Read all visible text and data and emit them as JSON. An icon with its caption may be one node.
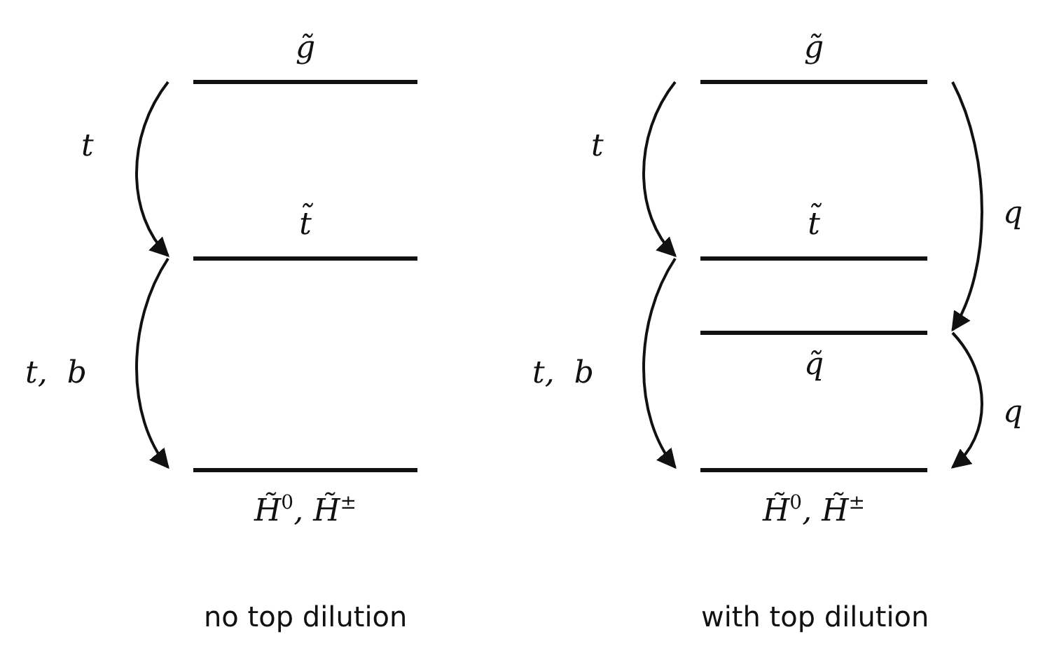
{
  "diagram": {
    "nodes": [
      {
        "text": [
          "g̃"
        ]
      },
      {
        "text": [
          "t̃"
        ]
      },
      {
        "text": [
          "H̃$^{0}$,  H̃$^{±}$"
        ]
      },
      {
        "text": [
          "g̃"
        ]
      },
      {
        "text": [
          "t̃"
        ]
      },
      {
        "text": [
          "q̃"
        ]
      },
      {
        "text": [
          "H̃$^{0}$,  H̃$^{±}$"
        ]
      }
    ],
    "edges": [
      {
        "from": 0,
        "to": 1,
        "arrow": "to",
        "label": "t"
      },
      {
        "from": 1,
        "to": 2,
        "arrow": "to",
        "label": "t,  b"
      },
      {
        "from": 3,
        "to": 4,
        "arrow": "to",
        "label": "t"
      },
      {
        "from": 4,
        "to": 6,
        "arrow": "to",
        "label": "t,  b"
      },
      {
        "from": 3,
        "to": 5,
        "arrow": "to",
        "label": "q"
      },
      {
        "from": 5,
        "to": 6,
        "arrow": "to",
        "label": "q"
      }
    ],
    "labels": [
      "no top dilution",
      "with top dilution"
    ]
  }
}
